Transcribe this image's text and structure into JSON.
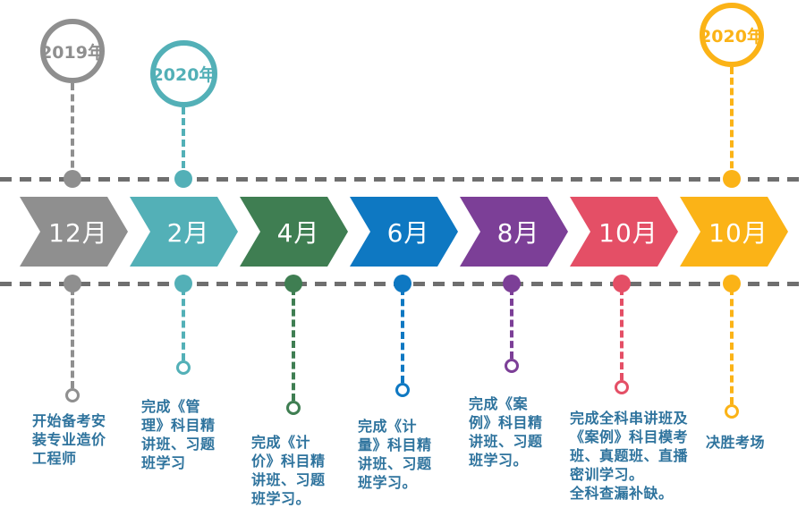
{
  "palette": {
    "rail_gray": "#6f6f6f",
    "note_text_blue": "#2e739d",
    "month_text_white": "#ffffff"
  },
  "year_markers": [
    {
      "label": "2019年",
      "color": "#8f8f8f"
    },
    {
      "label": "2020年",
      "color": "#53b0b7"
    },
    {
      "label": "2020年",
      "color": "#fbb317"
    }
  ],
  "timeline": {
    "items": [
      {
        "month": "12月",
        "color": "#8f8f8f",
        "note": "开始备考安\n装专业造价\n工程师"
      },
      {
        "month": "2月",
        "color": "#53b0b7",
        "note": "完成《管\n理》科目精\n讲班、习题\n班学习"
      },
      {
        "month": "4月",
        "color": "#3f7e52",
        "note": "完成《计\n价》科目精\n讲班、习题\n班学习。"
      },
      {
        "month": "6月",
        "color": "#0e78c2",
        "note": "完成《计\n量》科目精\n讲班、习题\n班学习。"
      },
      {
        "month": "8月",
        "color": "#7c3f97",
        "note": "完成《案\n例》科目精\n讲班、习题\n班学习。"
      },
      {
        "month": "10月",
        "color": "#e44f66",
        "note": "完成全科串讲班及\n《案例》科目模考\n班、真题班、直播\n密训学习。\n全科查漏补缺。"
      },
      {
        "month": "10月",
        "color": "#fbb317",
        "note": "决胜考场"
      }
    ]
  }
}
